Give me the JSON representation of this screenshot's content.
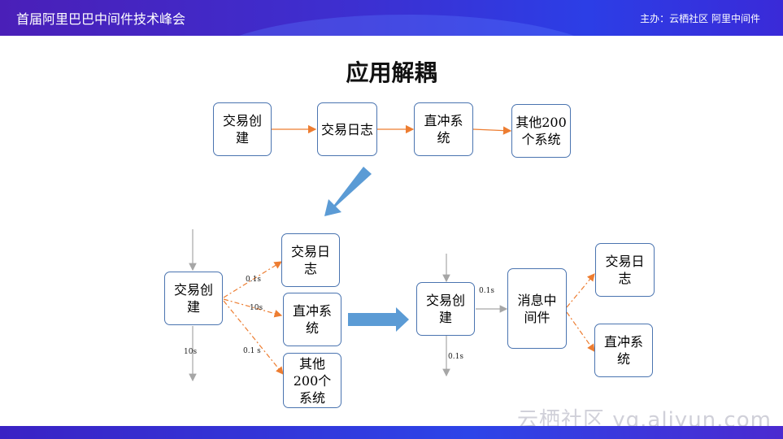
{
  "header": {
    "event_title": "首届阿里巴巴中间件技术峰会",
    "organizer": "主办：云栖社区 阿里中间件"
  },
  "slide": {
    "title": "应用解耦"
  },
  "top_flow": [
    {
      "id": "create",
      "label": "交易创建"
    },
    {
      "id": "log",
      "label": "交易日志"
    },
    {
      "id": "charge",
      "label": "直冲系统"
    },
    {
      "id": "other",
      "label": "其他200个系统"
    }
  ],
  "coupled": {
    "source": "交易创建",
    "targets": [
      "交易日志",
      "直冲系统",
      "其他200个系统"
    ],
    "edge_labels": [
      "0.1s",
      "10s",
      "0.1 s"
    ],
    "total_label": "10s"
  },
  "decoupled": {
    "source": "交易创建",
    "mq": "消息中间件",
    "targets": [
      "交易日志",
      "直冲系统"
    ],
    "mq_edge_label": "0.1s",
    "total_label": "0.1s"
  },
  "watermark": "云栖社区 yq.aliyun.com",
  "colors": {
    "box_border": "#4a74b0",
    "sync_arrow": "#ed7d31",
    "big_arrow": "#5b9bd5",
    "gray_arrow": "#a6a6a6"
  }
}
